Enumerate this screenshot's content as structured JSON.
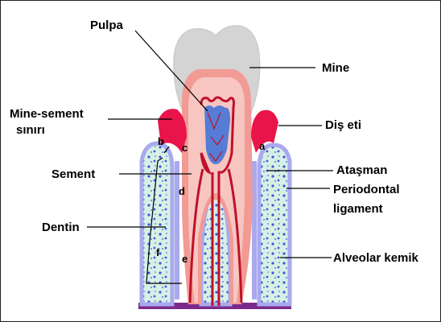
{
  "labels": {
    "pulpa": "Pulpa",
    "mine": "Mine",
    "mine_sement_line1": "Mine-sement",
    "mine_sement_line2": "sınırı",
    "dis_eti": "Diş eti",
    "atasman": "Ataşman",
    "sement": "Sement",
    "periodontal_line1": "Periodontal",
    "periodontal_line2": "ligament",
    "dentin": "Dentin",
    "alveolar": "Alveolar kemik"
  },
  "markers": {
    "a": "a",
    "b": "b",
    "c": "c",
    "d": "d",
    "e": "e",
    "f": "f"
  },
  "colors": {
    "enamel": "#d4d4d4",
    "dentin": "#f7c6c1",
    "cementum": "#f29a94",
    "pulp_outline": "#c0102a",
    "pulp_fill": "#3a6fd8",
    "gingiva": "#e8144a",
    "bone_fill": "#d8efe6",
    "bone_dots": "#3a5ad0",
    "ligament": "#a9a9ee"
  }
}
